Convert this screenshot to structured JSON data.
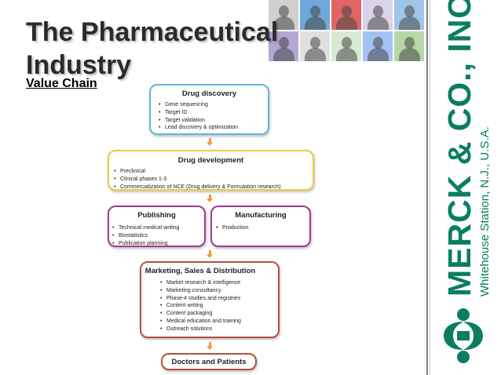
{
  "slide": {
    "title_line1": "The Pharmaceutical",
    "title_line2": "Industry",
    "subtitle": "Value Chain"
  },
  "mosaic_colors": [
    "#d0d0d0",
    "#6fa8dc",
    "#e06666",
    "#d9d2e9",
    "#9fc5e8",
    "#b4a7d6",
    "#e0e0e0",
    "#d9ead3",
    "#a4c2f4",
    "#b6d7a8",
    "#f9cb9c",
    "#d5a6bd",
    "#c9daf8",
    "#93c47d",
    "#ea9999",
    "#cccccc"
  ],
  "logo": {
    "name": "MERCK & CO., INC.",
    "sub": "Whitehouse Station, N.J., U.S.A.",
    "color": "#0a7d63"
  },
  "flow": {
    "discovery": {
      "title": "Drug discovery",
      "items": [
        "Gene sequencing",
        "Target ID",
        "Target validation",
        "Lead discovery & optimization"
      ]
    },
    "development": {
      "title": "Drug development",
      "items": [
        "Preclinical",
        "Clinical phases 1-3",
        "Commercialization of NCE (Drug delivery & Formulation research)"
      ]
    },
    "publishing": {
      "title": "Publishing",
      "items": [
        "Technical medical writing",
        "Biostatistics",
        "Publication planning"
      ]
    },
    "manufacturing": {
      "title": "Manufacturing",
      "items": [
        "Production"
      ]
    },
    "marketing": {
      "title": "Marketing, Sales & Distribution",
      "items": [
        "Market research & intelligence",
        "Marketing consultancy",
        "Phase-4 studies and registries",
        "Content writing",
        "Content packaging",
        "Medical education and training",
        "Outreach solutions"
      ]
    },
    "endpoint": {
      "title": "Doctors and Patients"
    }
  },
  "colors": {
    "discovery_border": "#5fb7dc",
    "development_border": "#f1c94b",
    "publishing_border": "#9d3c8e",
    "marketing_border": "#b3513a",
    "arrow": "#f29a2e"
  }
}
